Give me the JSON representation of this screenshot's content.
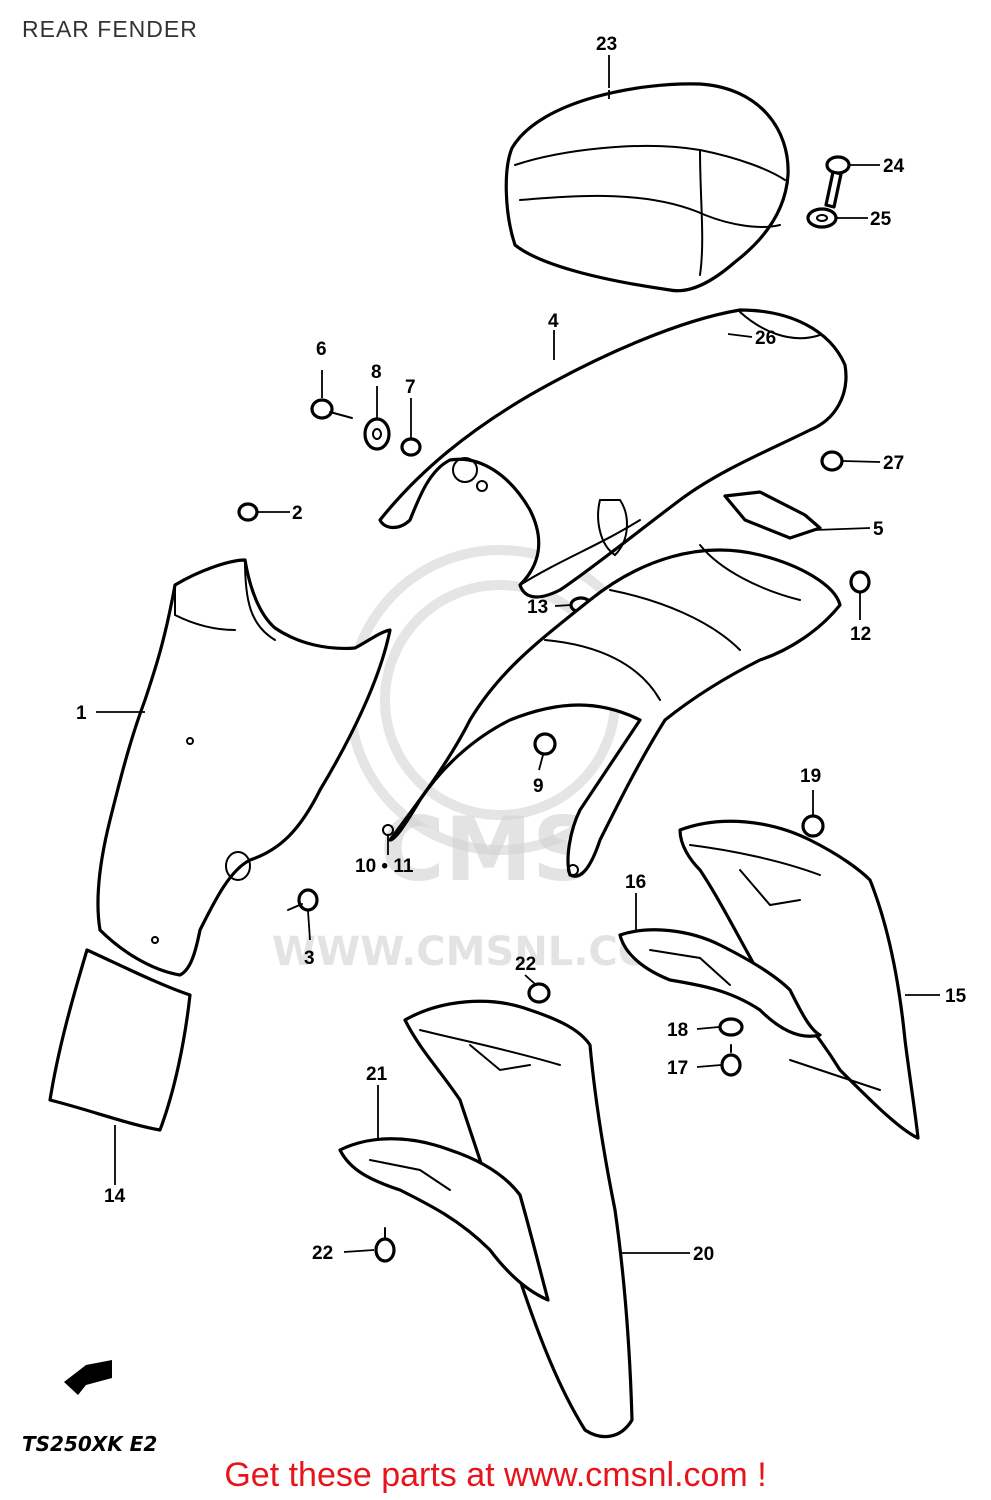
{
  "header": {
    "title": "REAR FENDER"
  },
  "footer": {
    "model_code": "TS250XK E2",
    "cta": "Get these parts at www.cmsnl.com !"
  },
  "watermark": {
    "brand": "CMS",
    "url": "WWW.CMSNL.COM"
  },
  "callouts": {
    "c1": "1",
    "c2": "2",
    "c3": "3",
    "c4": "4",
    "c5": "5",
    "c6": "6",
    "c7": "7",
    "c8": "8",
    "c9": "9",
    "c10_11": "10 • 11",
    "c12": "12",
    "c13": "13",
    "c14": "14",
    "c15": "15",
    "c16": "16",
    "c17": "17",
    "c18": "18",
    "c19": "19",
    "c20": "20",
    "c21": "21",
    "c22a": "22",
    "c22b": "22",
    "c23": "23",
    "c24": "24",
    "c25": "25",
    "c26": "26",
    "c27": "27"
  },
  "colors": {
    "cta": "#e8141c",
    "line": "#000000",
    "watermark": "#cfcfcf"
  }
}
